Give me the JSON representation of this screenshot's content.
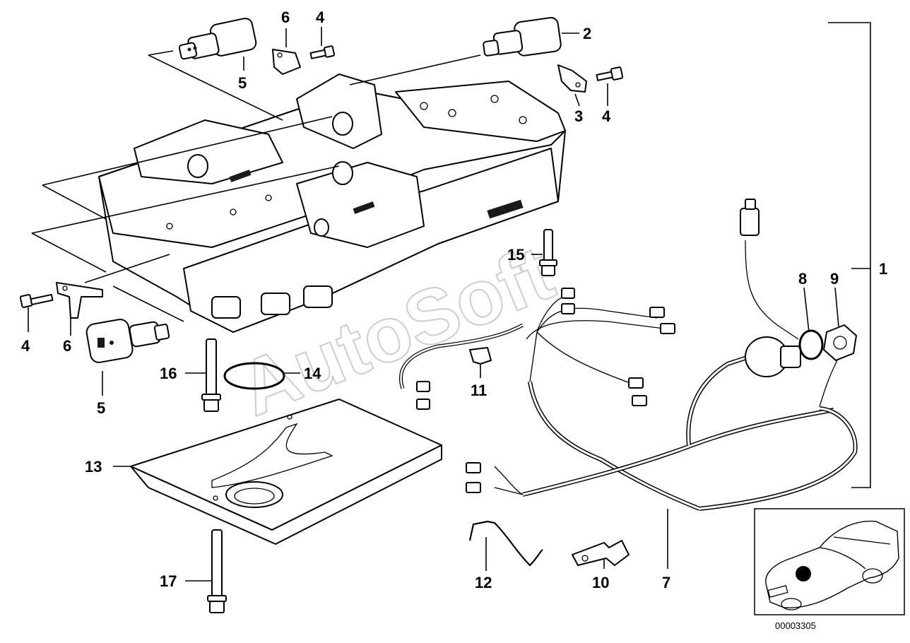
{
  "diagram": {
    "watermark": "AutoSoft",
    "reference_number": "00003305",
    "callouts": [
      {
        "id": "1",
        "label": "1"
      },
      {
        "id": "2",
        "label": "2"
      },
      {
        "id": "3",
        "label": "3"
      },
      {
        "id": "4a",
        "label": "4"
      },
      {
        "id": "4b",
        "label": "4"
      },
      {
        "id": "4c",
        "label": "4"
      },
      {
        "id": "5a",
        "label": "5"
      },
      {
        "id": "5b",
        "label": "5"
      },
      {
        "id": "6a",
        "label": "6"
      },
      {
        "id": "6b",
        "label": "6"
      },
      {
        "id": "7",
        "label": "7"
      },
      {
        "id": "8",
        "label": "8"
      },
      {
        "id": "9",
        "label": "9"
      },
      {
        "id": "10",
        "label": "10"
      },
      {
        "id": "11",
        "label": "11"
      },
      {
        "id": "12",
        "label": "12"
      },
      {
        "id": "13",
        "label": "13"
      },
      {
        "id": "14",
        "label": "14"
      },
      {
        "id": "15",
        "label": "15"
      },
      {
        "id": "16",
        "label": "16"
      },
      {
        "id": "17",
        "label": "17"
      }
    ]
  }
}
